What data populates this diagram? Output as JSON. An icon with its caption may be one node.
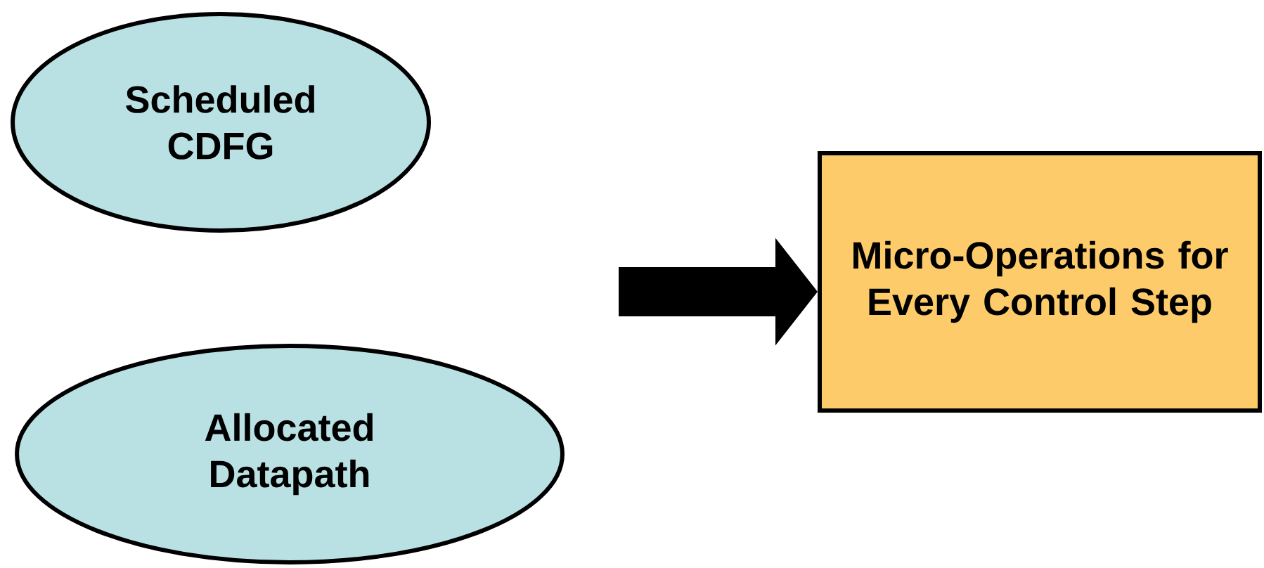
{
  "diagram": {
    "nodes": [
      {
        "text": [
          "Scheduled CDFG"
        ]
      },
      {
        "text": [
          "Allocated Datapath"
        ]
      },
      {
        "text": [
          "Micro-Operations for Every Control Step"
        ]
      }
    ],
    "edges": [
      {
        "from": null,
        "to": 2,
        "arrow": "to"
      }
    ]
  }
}
